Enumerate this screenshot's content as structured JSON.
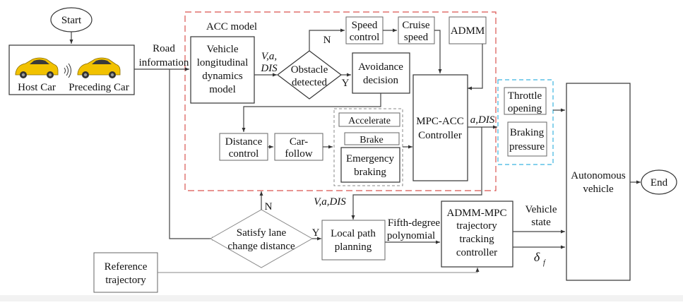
{
  "diagram": {
    "nodes": {
      "start": "Start",
      "end": "End",
      "host_car": "Host Car",
      "preceding_car": "Preceding Car",
      "road_info": [
        "Road",
        "information"
      ],
      "acc_model": "ACC model",
      "vehicle_dyn": [
        "Vehicle",
        "longitudinal",
        "dynamics",
        "model"
      ],
      "obstacle": [
        "Obstacle",
        "detected"
      ],
      "speed_control": [
        "Speed",
        "control"
      ],
      "cruise_speed": [
        "Cruise",
        "speed"
      ],
      "admm": "ADMM",
      "avoidance": [
        "Avoidance",
        "decision"
      ],
      "distance_control": [
        "Distance",
        "control"
      ],
      "car_follow": [
        "Car-",
        "follow"
      ],
      "accelerate": "Accelerate",
      "brake": "Brake",
      "emergency": [
        "Emergency",
        "braking"
      ],
      "mpc_acc": [
        "MPC-ACC",
        "Controller"
      ],
      "throttle": [
        "Throttle",
        "opening"
      ],
      "braking_pressure": [
        "Braking",
        "pressure"
      ],
      "autonomous": [
        "Autonomous",
        "vehicle"
      ],
      "lane_change": [
        "Satisfy lane",
        "change distance"
      ],
      "local_path": [
        "Local path",
        "planning"
      ],
      "fifth_degree": [
        "Fifth-degree",
        "polynomial"
      ],
      "admm_mpc": [
        "ADMM-MPC",
        "trajectory",
        "tracking",
        "controller"
      ],
      "vehicle_state": [
        "Vehicle",
        "state"
      ],
      "reference": [
        "Reference",
        "trajectory"
      ]
    },
    "edge_labels": {
      "vad": [
        "V,a,",
        "DIS"
      ],
      "n1": "N",
      "y1": "Y",
      "adis": "a,DIS",
      "n2": "N",
      "y2": "Y",
      "vadis2": "V,a,DIS",
      "delta": "δ",
      "delta_sub": "f"
    },
    "colors": {
      "acc_border": "#d9534f",
      "actuator_border": "#3bb3e0",
      "car_body": "#f2c200"
    }
  }
}
